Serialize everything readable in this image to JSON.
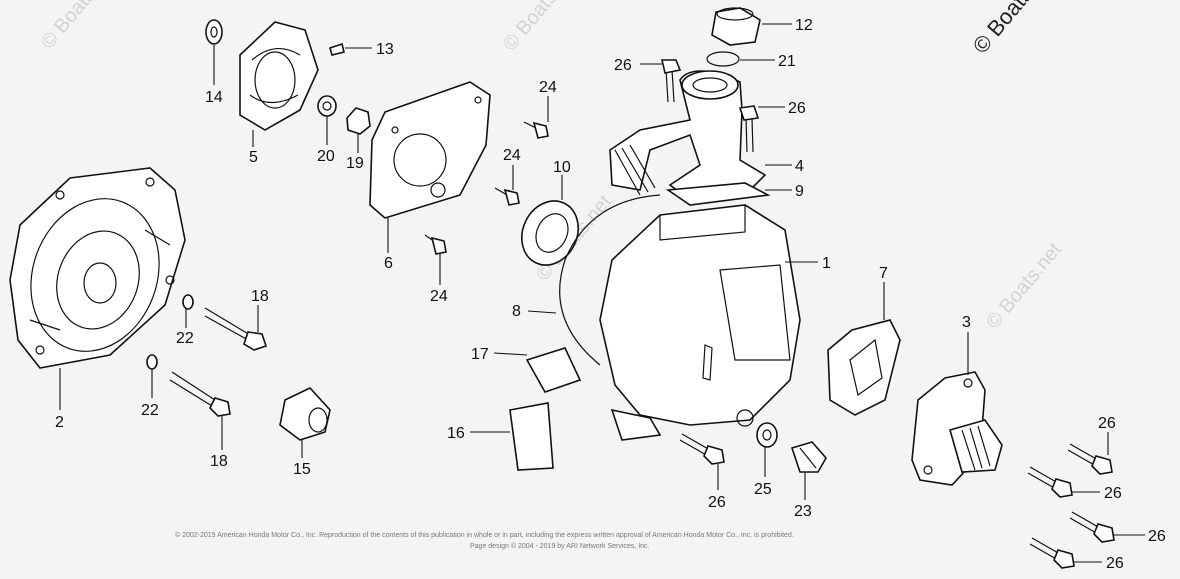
{
  "watermark": "© Boats.net",
  "copyright_lines": [
    "© 2002-2019 American Honda Motor Co., Inc. Reproduction of the contents of this publication in whole or in part, including the express written approval of American Honda Motor Co., Inc. is prohibited.",
    "Page design © 2004 - 2019 by ARI Network Services, Inc."
  ],
  "callouts": [
    {
      "id": "c1",
      "num": "1"
    },
    {
      "id": "c2",
      "num": "2"
    },
    {
      "id": "c3",
      "num": "3"
    },
    {
      "id": "c4",
      "num": "4"
    },
    {
      "id": "c5",
      "num": "5"
    },
    {
      "id": "c6",
      "num": "6"
    },
    {
      "id": "c7",
      "num": "7"
    },
    {
      "id": "c8",
      "num": "8"
    },
    {
      "id": "c9",
      "num": "9"
    },
    {
      "id": "c10",
      "num": "10"
    },
    {
      "id": "c12",
      "num": "12"
    },
    {
      "id": "c13",
      "num": "13"
    },
    {
      "id": "c14",
      "num": "14"
    },
    {
      "id": "c15",
      "num": "15"
    },
    {
      "id": "c16",
      "num": "16"
    },
    {
      "id": "c17",
      "num": "17"
    },
    {
      "id": "c18a",
      "num": "18"
    },
    {
      "id": "c18b",
      "num": "18"
    },
    {
      "id": "c19",
      "num": "19"
    },
    {
      "id": "c20",
      "num": "20"
    },
    {
      "id": "c21",
      "num": "21"
    },
    {
      "id": "c22a",
      "num": "22"
    },
    {
      "id": "c22b",
      "num": "22"
    },
    {
      "id": "c23",
      "num": "23"
    },
    {
      "id": "c24a",
      "num": "24"
    },
    {
      "id": "c24b",
      "num": "24"
    },
    {
      "id": "c24c",
      "num": "24"
    },
    {
      "id": "c25",
      "num": "25"
    },
    {
      "id": "c26a",
      "num": "26"
    },
    {
      "id": "c26b",
      "num": "26"
    },
    {
      "id": "c26c",
      "num": "26"
    },
    {
      "id": "c26d",
      "num": "26"
    },
    {
      "id": "c26e",
      "num": "26"
    },
    {
      "id": "c26f",
      "num": "26"
    },
    {
      "id": "c26g",
      "num": "26"
    }
  ]
}
